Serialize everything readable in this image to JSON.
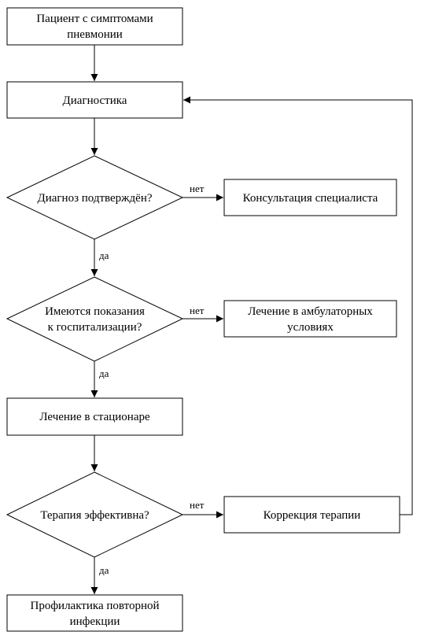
{
  "nodes": {
    "start": [
      "Пациент с симптомами",
      "пневмонии"
    ],
    "diagnostics": [
      "Диагностика"
    ],
    "q_diagnosis": [
      "Диагноз подтверждён?"
    ],
    "specialist": [
      "Консультация специалиста"
    ],
    "q_hospital": [
      "Имеются показания",
      "к госпитализации?"
    ],
    "outpatient": [
      "Лечение в амбулаторных",
      "условиях"
    ],
    "inpatient": [
      "Лечение в стационаре"
    ],
    "q_effective": [
      "Терапия эффективна?"
    ],
    "correction": [
      "Коррекция терапии"
    ],
    "prevention": [
      "Профилактика повторной",
      "инфекции"
    ]
  },
  "edge_labels": {
    "no": "нет",
    "yes": "да"
  },
  "colors": {
    "stroke": "#000000",
    "background": "#ffffff"
  }
}
